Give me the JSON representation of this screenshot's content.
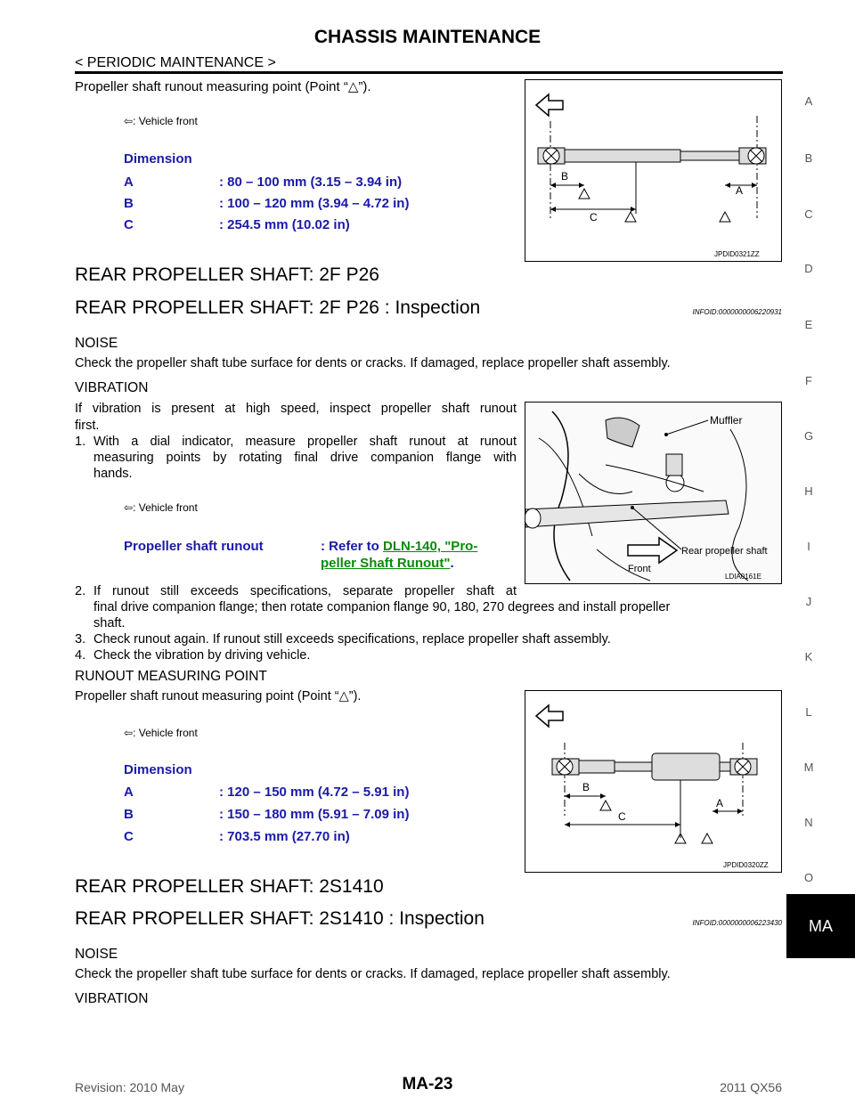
{
  "header": {
    "title": "CHASSIS MAINTENANCE",
    "section": "< PERIODIC MAINTENANCE >"
  },
  "side_index": [
    "A",
    "B",
    "C",
    "D",
    "E",
    "F",
    "G",
    "H",
    "I",
    "J",
    "K",
    "L",
    "M",
    "N",
    "O"
  ],
  "side_tab": "MA",
  "block1": {
    "intro": "Propeller shaft runout measuring point (Point “△”).",
    "vehicle_front": ": Vehicle front",
    "dimension_label": "Dimension",
    "rows": [
      {
        "key": "A",
        "value": ": 80 – 100 mm (3.15 – 3.94 in)"
      },
      {
        "key": "B",
        "value": ": 100 – 120 mm (3.94 – 4.72 in)"
      },
      {
        "key": "C",
        "value": ": 254.5 mm (10.02 in)"
      }
    ],
    "figure_id": "JPDID0321ZZ"
  },
  "sec1": {
    "title": "REAR PROPELLER SHAFT: 2F P26"
  },
  "sec2": {
    "title": "REAR PROPELLER SHAFT: 2F P26 : Inspection",
    "info": "INFOID:0000000006220931"
  },
  "noise1": {
    "heading": "NOISE",
    "text": "Check the propeller shaft tube surface for dents or cracks. If damaged, replace propeller shaft assembly."
  },
  "vib1": {
    "heading": "VIBRATION",
    "intro1": "If vibration is present at high speed, inspect propeller shaft runout",
    "intro2": "first.",
    "step1_num": "1.",
    "step1_l1": "With a dial indicator, measure propeller shaft runout at runout",
    "step1_l2": "measuring points by rotating final drive companion flange with",
    "step1_l3": "hands.",
    "vehicle_front": ": Vehicle front",
    "spec_label": "Propeller shaft runout",
    "spec_prefix": ": Refer to ",
    "spec_link1": "DLN-140, \"Pro-",
    "spec_link2": "peller Shaft Runout\"",
    "spec_suffix": ".",
    "step2_num": "2.",
    "step2_l1": "If runout still exceeds specifications, separate propeller shaft at",
    "step2_l2": "final drive companion flange; then rotate companion flange 90, 180, 270 degrees and install propeller",
    "step2_l3": "shaft.",
    "step3_num": "3.",
    "step3": "Check runout again. If runout still exceeds specifications, replace propeller shaft assembly.",
    "step4_num": "4.",
    "step4": "Check the vibration by driving vehicle.",
    "photo": {
      "muffler": "Muffler",
      "rear_shaft": "Rear propeller shaft",
      "front": "Front",
      "id": "LDIA0161E"
    }
  },
  "runout": {
    "heading": "RUNOUT MEASURING POINT",
    "intro": "Propeller shaft runout measuring point (Point “△”).",
    "vehicle_front": ": Vehicle front",
    "dimension_label": "Dimension",
    "rows": [
      {
        "key": "A",
        "value": ": 120 – 150 mm (4.72 – 5.91 in)"
      },
      {
        "key": "B",
        "value": ": 150 – 180 mm (5.91 – 7.09 in)"
      },
      {
        "key": "C",
        "value": ": 703.5 mm (27.70 in)"
      }
    ],
    "figure_id": "JPDID0320ZZ"
  },
  "sec3": {
    "title": "REAR PROPELLER SHAFT: 2S1410"
  },
  "sec4": {
    "title": "REAR PROPELLER SHAFT: 2S1410 : Inspection",
    "info": "INFOID:0000000006223430"
  },
  "noise2": {
    "heading": "NOISE",
    "text": "Check the propeller shaft tube surface for dents or cracks. If damaged, replace propeller shaft assembly."
  },
  "vib2": {
    "heading": "VIBRATION"
  },
  "footer": {
    "revision": "Revision: 2010 May",
    "page": "MA-23",
    "model": "2011 QX56"
  },
  "fig_labels": {
    "a": "A",
    "b": "B",
    "c": "C"
  }
}
